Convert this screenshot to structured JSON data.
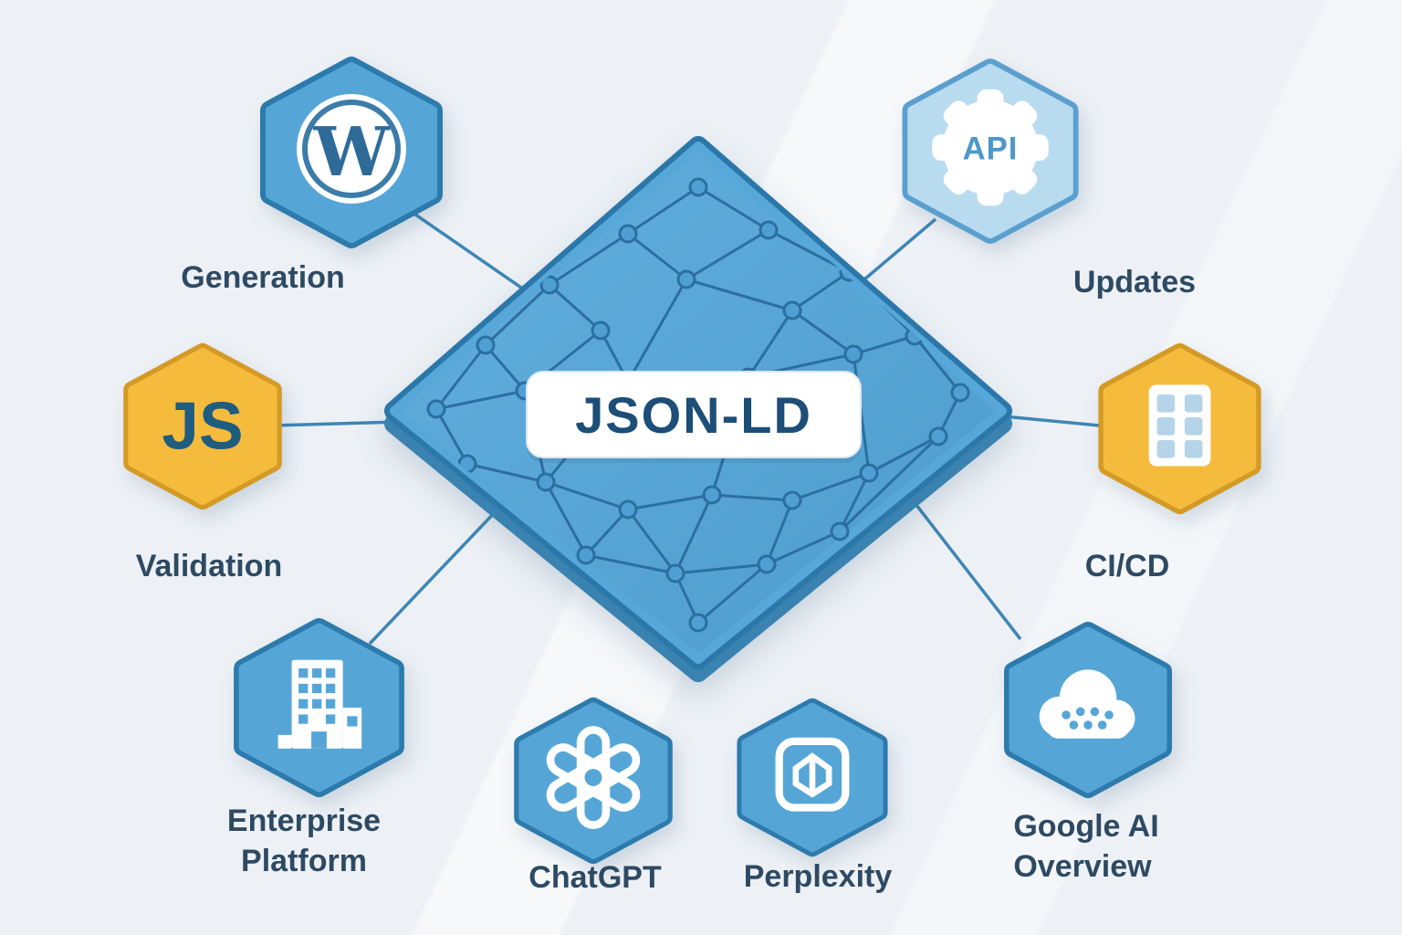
{
  "diagram": {
    "center": {
      "label": "JSON-LD"
    },
    "nodes": [
      {
        "id": "wordpress",
        "icon": "wordpress-icon",
        "icon_text": "W",
        "label": "Generation"
      },
      {
        "id": "api",
        "icon": "api-gear-icon",
        "icon_text": "API",
        "label": "Updates"
      },
      {
        "id": "javascript",
        "icon": "javascript-icon",
        "icon_text": "JS",
        "label": "Validation"
      },
      {
        "id": "cicd",
        "icon": "table-icon",
        "label": "CI/CD"
      },
      {
        "id": "enterprise",
        "icon": "building-icon",
        "label": "Enterprise Platform",
        "label_lines": [
          "Enterprise",
          "Platform"
        ]
      },
      {
        "id": "chatgpt",
        "icon": "openai-icon",
        "label": "ChatGPT"
      },
      {
        "id": "perplexity",
        "icon": "perplexity-icon",
        "label": "Perplexity"
      },
      {
        "id": "google_ai",
        "icon": "cloud-icon",
        "label": "Google AI Overview",
        "label_lines": [
          "Google AI",
          "Overview"
        ]
      }
    ],
    "colors": {
      "background": "#edf1f5",
      "hex_blue": "#55a6d7",
      "hex_blue_border": "#2d7aac",
      "hex_light_blue": "#b9dbef",
      "hex_light_blue_border": "#5b9fce",
      "hex_yellow": "#f5bb3d",
      "hex_yellow_border": "#d49a26",
      "connector": "#3f86b6",
      "label_text": "#2e4a63",
      "center_text": "#1c4e78"
    }
  }
}
